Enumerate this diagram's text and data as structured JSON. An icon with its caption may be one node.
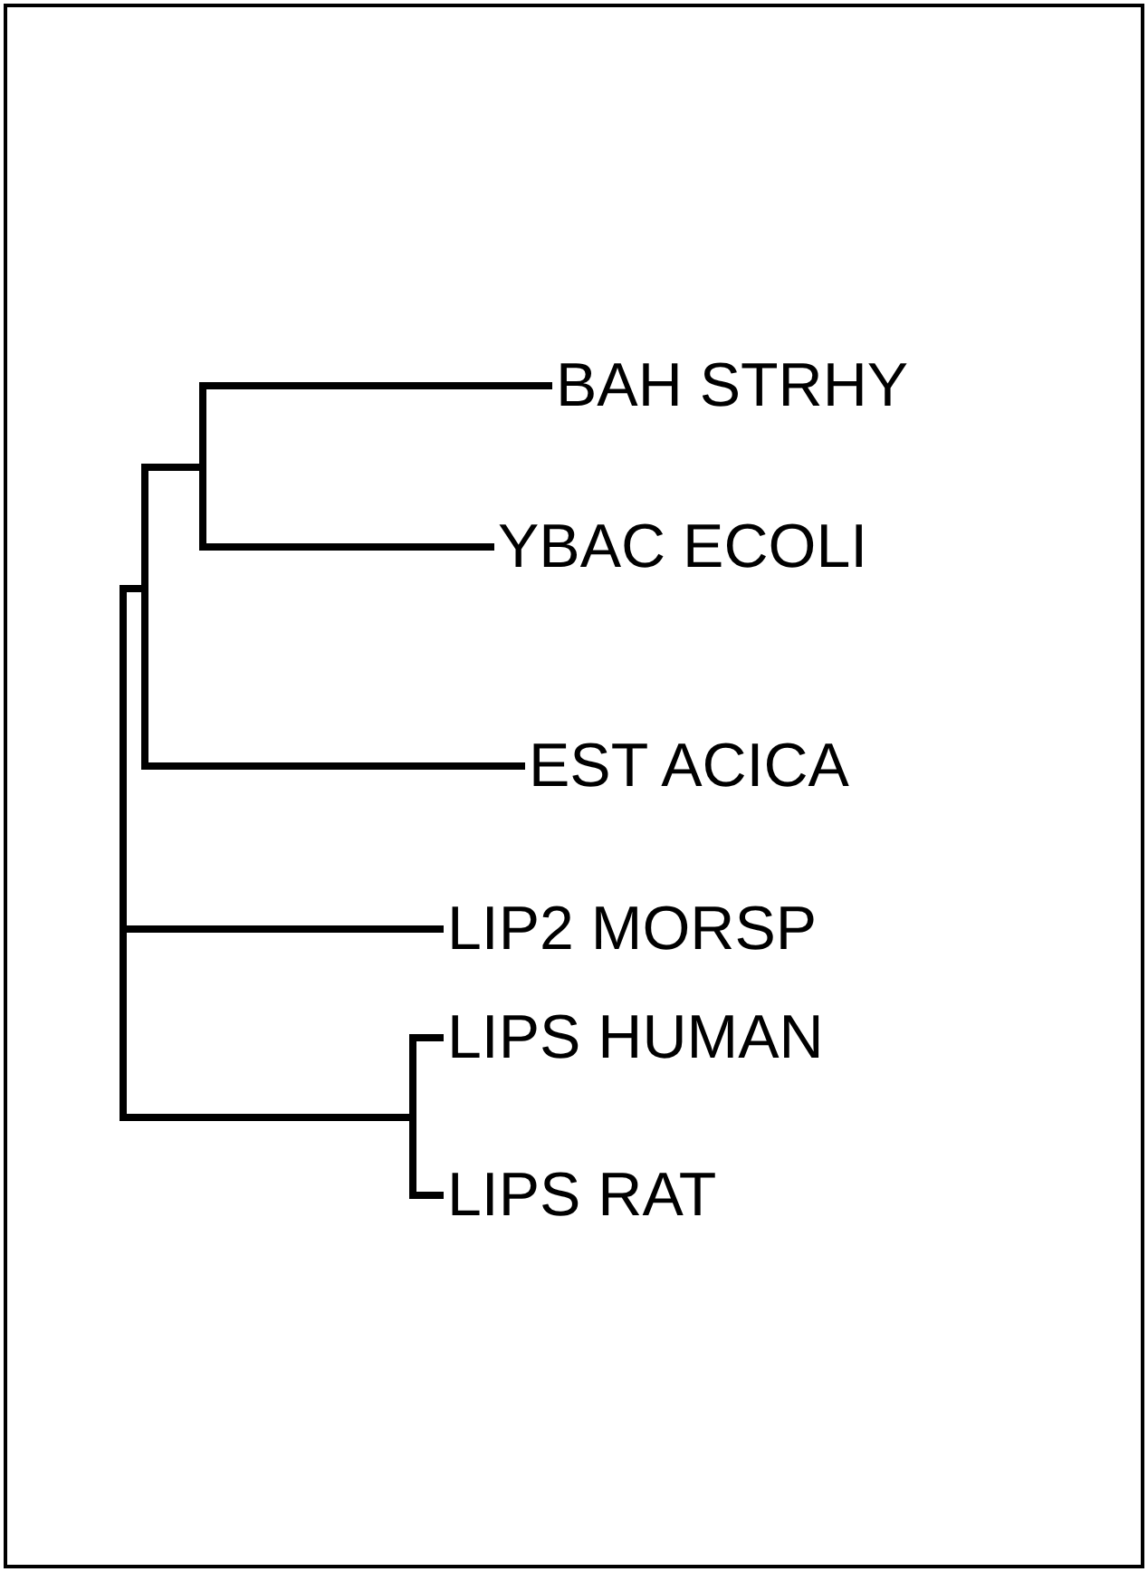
{
  "diagram": {
    "nodes": [
      {
        "text": [
          "BAH STRHY"
        ]
      },
      {
        "text": [
          "YBAC ECOLI"
        ]
      },
      {
        "text": [
          "EST ACICA"
        ]
      },
      {
        "text": [
          "LIP2 MORSP"
        ]
      },
      {
        "text": [
          "LIPS HUMAN"
        ]
      },
      {
        "text": [
          "LIPS RAT"
        ]
      },
      {
        "text": [],
        "shape": "bar"
      },
      {
        "text": [],
        "shape": "bar"
      },
      {
        "text": [],
        "shape": "bar"
      },
      {
        "text": [],
        "shape": "bar"
      }
    ],
    "edges": [
      {
        "from": 6,
        "to": 7,
        "arrow": "none"
      },
      {
        "from": 7,
        "to": 8,
        "arrow": "none"
      },
      {
        "from": 8,
        "to": 0,
        "arrow": "none"
      },
      {
        "from": 8,
        "to": 1,
        "arrow": "none"
      },
      {
        "from": 7,
        "to": 2,
        "arrow": "none"
      },
      {
        "from": 6,
        "to": 3,
        "arrow": "none"
      },
      {
        "from": 6,
        "to": 9,
        "arrow": "none"
      },
      {
        "from": 9,
        "to": 4,
        "arrow": "none"
      },
      {
        "from": 9,
        "to": 5,
        "arrow": "none"
      }
    ]
  }
}
